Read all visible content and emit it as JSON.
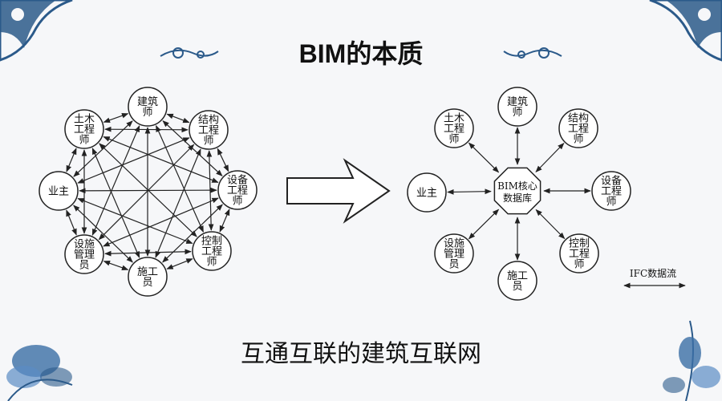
{
  "title": "BIM的本质",
  "subtitle": "互通互联的建筑互联网",
  "colors": {
    "ink": "#222222",
    "accent": "#2b5a8a",
    "node_fill": "#ffffff",
    "background": "#f6f7f9"
  },
  "left_network": {
    "nodes": [
      {
        "id": "architect",
        "label": "建筑\n师"
      },
      {
        "id": "structural",
        "label": "结构\n工程\n师"
      },
      {
        "id": "equipment",
        "label": "设备\n工程\n师"
      },
      {
        "id": "control",
        "label": "控制\n工程\n师"
      },
      {
        "id": "construction",
        "label": "施工\n员"
      },
      {
        "id": "facility",
        "label": "设施\n管理\n员"
      },
      {
        "id": "owner",
        "label": "业主"
      },
      {
        "id": "civil",
        "label": "土木\n工程\n师"
      }
    ]
  },
  "right_network": {
    "hub": {
      "label": "BIM核心\n数据库"
    },
    "nodes": [
      {
        "id": "architect",
        "label": "建筑\n师"
      },
      {
        "id": "structural",
        "label": "结构\n工程\n师"
      },
      {
        "id": "equipment",
        "label": "设备\n工程\n师"
      },
      {
        "id": "control",
        "label": "控制\n工程\n师"
      },
      {
        "id": "construction",
        "label": "施工\n员"
      },
      {
        "id": "facility",
        "label": "设施\n管理\n员"
      },
      {
        "id": "owner",
        "label": "业主"
      },
      {
        "id": "civil",
        "label": "土木\n工程\n师"
      }
    ]
  },
  "legend": {
    "label": "IFC数据流"
  }
}
